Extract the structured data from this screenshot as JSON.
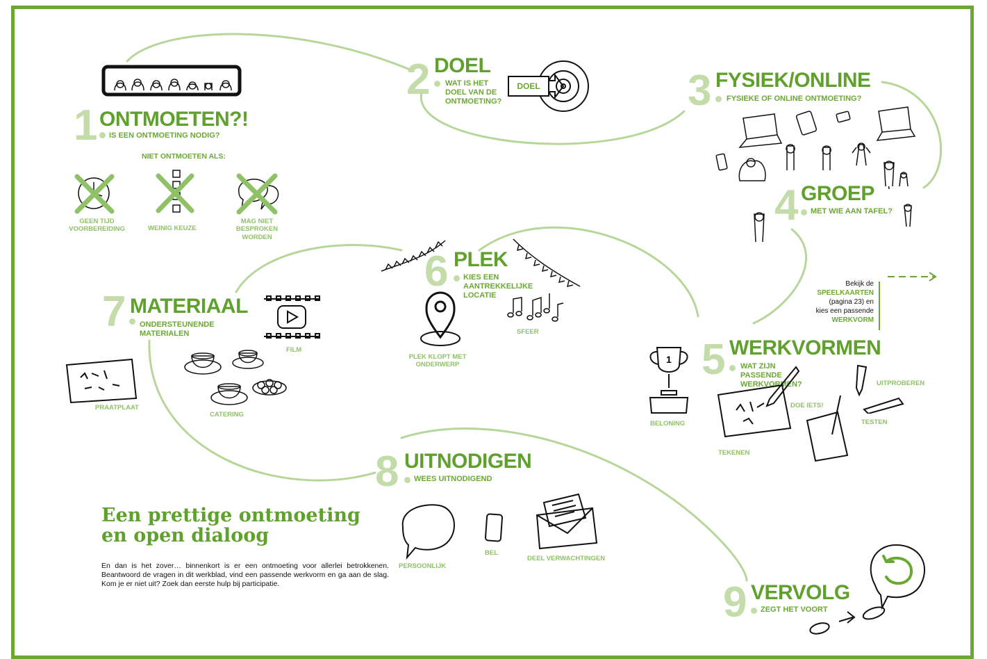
{
  "colors": {
    "accent": "#6aa832",
    "light_green": "#c4dcaa",
    "path": "#b7d69a"
  },
  "steps": [
    {
      "number": "1",
      "title": "ONTMOETEN?!",
      "subtitle": "IS EEN ONTMOETING NODIG?"
    },
    {
      "number": "2",
      "title": "DOEL",
      "subtitle": "WAT IS HET DOEL VAN DE ONTMOETING?"
    },
    {
      "number": "3",
      "title": "FYSIEK/ONLINE",
      "subtitle": "FYSIEKE OF ONLINE ONTMOETING?"
    },
    {
      "number": "4",
      "title": "GROEP",
      "subtitle": "MET WIE AAN TAFEL?"
    },
    {
      "number": "5",
      "title": "WERKVORMEN",
      "subtitle": "WAT ZIJN PASSENDE WERKVORMEN?"
    },
    {
      "number": "6",
      "title": "PLEK",
      "subtitle": "KIES EEN AANTREKKELIJKE LOCATIE"
    },
    {
      "number": "7",
      "title": "MATERIAAL",
      "subtitle": "ONDERSTEUNENDE MATERIALEN"
    },
    {
      "number": "8",
      "title": "UITNODIGEN",
      "subtitle": "WEES UITNODIGEND"
    },
    {
      "number": "9",
      "title": "VERVOLG",
      "subtitle": "ZEGT HET VOORT"
    }
  ],
  "doel_box": "DOEL",
  "step1_extra": {
    "heading": "NIET ONTMOETEN ALS:",
    "reasons": [
      "GEEN TIJD VOORBEREIDING",
      "WEINIG KEUZE",
      "MAG NIET BESPROKEN WORDEN"
    ]
  },
  "step5_labels": [
    "BELONING",
    "TEKENEN",
    "DOE IETS!",
    "UITPROBEREN",
    "TESTEN"
  ],
  "step6_labels": [
    "PLEK KLOPT MET ONDERWERP",
    "SFEER"
  ],
  "step7_labels": [
    "FILM",
    "PRAATPLAAT",
    "CATERING"
  ],
  "step8_labels": [
    "PERSOONLIJK",
    "BEL",
    "DEEL VERWACHTINGEN"
  ],
  "speelkaarten": {
    "line1": "Bekijk de",
    "line2": "SPEELKAARTEN",
    "line3": "(pagina 23) en",
    "line4": "kies een passende",
    "line5": "WERKVORM"
  },
  "heading": {
    "line1": "Een prettige ontmoeting",
    "line2": "en open dialoog"
  },
  "intro": "En dan is het zover… binnenkort is er een ontmoeting voor allerlei betrokkenen. Beantwoord de vragen in dit werkblad, vind een passende werkvorm en ga aan de slag. Kom je er niet uit? Zoek dan eerste hulp bij participatie."
}
